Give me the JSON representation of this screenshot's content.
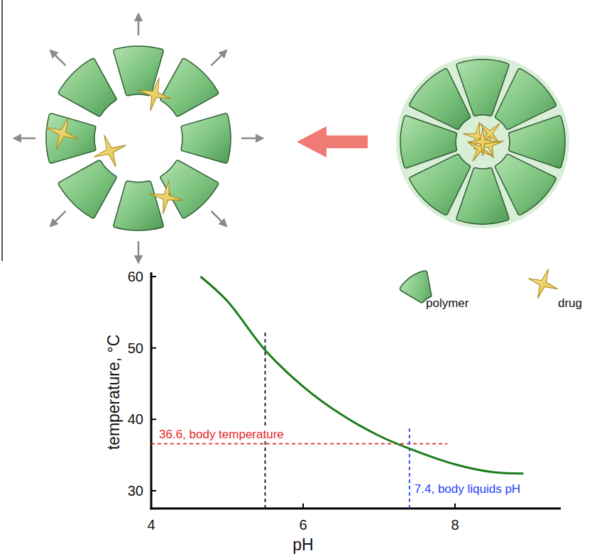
{
  "diagram": {
    "labels": [
      "36.6, body temperature",
      "7.4, body liquids pH",
      "60",
      "50",
      "40",
      "30",
      "4",
      "6",
      "8",
      "temperature, °C",
      "pH"
    ],
    "legend": [
      {
        "text": "polymer"
      },
      {
        "text": "drug"
      }
    ]
  }
}
